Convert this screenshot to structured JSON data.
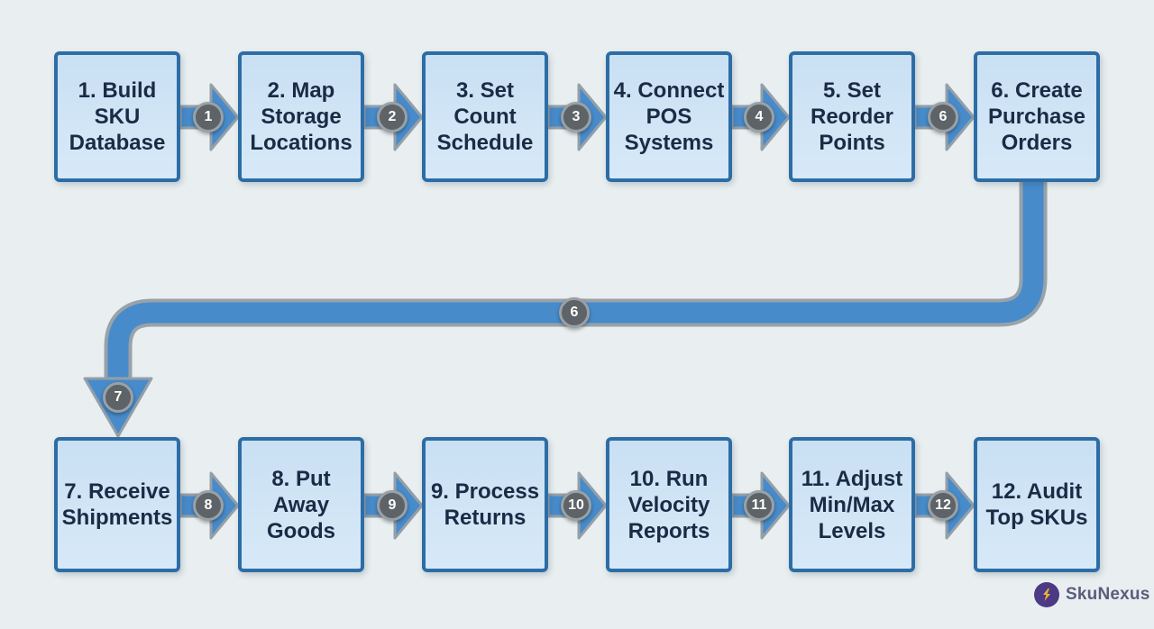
{
  "page": {
    "background_color": "#e9eff0",
    "type": "flowchart-infographic"
  },
  "flow": {
    "steps": [
      {
        "label": "1. Build\nSKU\nDatabase"
      },
      {
        "label": "2. Map\nStorage\nLocations"
      },
      {
        "label": "3. Set\nCount\nSchedule"
      },
      {
        "label": "4. Connect\nPOS\nSystems"
      },
      {
        "label": "5. Set\nReorder\nPoints"
      },
      {
        "label": "6. Create\nPurchase\nOrders"
      },
      {
        "label": "7. Receive\nShipments"
      },
      {
        "label": "8. Put\nAway\nGoods"
      },
      {
        "label": "9. Process\nReturns"
      },
      {
        "label": "10. Run\nVelocity\nReports"
      },
      {
        "label": "11. Adjust\nMin/Max\nLevels"
      },
      {
        "label": "12. Audit\nTop SKUs"
      }
    ],
    "badges": {
      "top": [
        "1",
        "2",
        "3",
        "4",
        "6"
      ],
      "return_mid": "6",
      "return_head": "7",
      "bottom": [
        "8",
        "9",
        "10",
        "11",
        "12"
      ]
    }
  },
  "branding": {
    "name": "SkuNexus",
    "icon": "lightning-bolt-icon"
  },
  "colors": {
    "box_fill": "#cde3f5",
    "box_border": "#2d6da6",
    "box_text": "#1a2b45",
    "arrow_fill": "#478bcb",
    "arrow_outline": "#949fa7",
    "badge_fill": "#5d6366",
    "badge_ring": "#9aa1a6",
    "logo_purple": "#4b3a85",
    "logo_gold": "#f0b431",
    "logo_text": "#5c5c7d"
  }
}
